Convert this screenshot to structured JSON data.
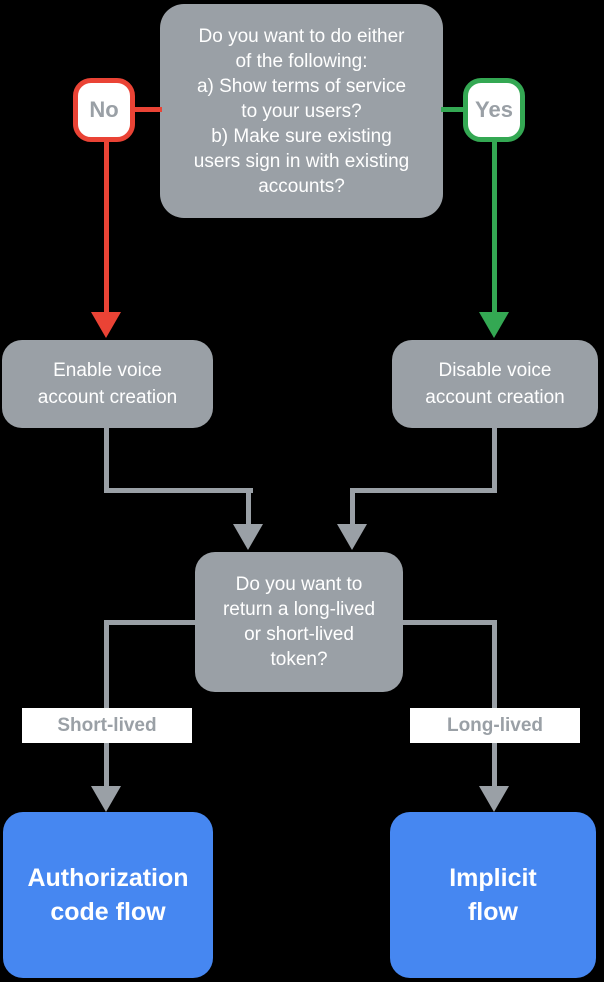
{
  "colors": {
    "background": "#000000",
    "node_gray": "#9AA0A6",
    "connector_gray": "#9AA0A6",
    "no_red": "#EA4335",
    "yes_green": "#34A853",
    "result_blue": "#4687F1",
    "node_text": "#FFFFFF",
    "badge_text": "#9AA0A6",
    "label_background": "#FFFFFF"
  },
  "nodes": {
    "top_question": {
      "text": "Do you want to do either\nof the following:\na) Show terms of service\nto your users?\nb) Make sure existing\nusers sign in with existing\naccounts?"
    },
    "no_badge": {
      "label": "No"
    },
    "yes_badge": {
      "label": "Yes"
    },
    "enable_voice": {
      "text": "Enable voice\naccount creation"
    },
    "disable_voice": {
      "text": "Disable voice\naccount creation"
    },
    "token_question": {
      "text": "Do you want to\nreturn a long-lived\nor short-lived\ntoken?"
    },
    "short_lived_label": {
      "text": "Short-lived"
    },
    "long_lived_label": {
      "text": "Long-lived"
    },
    "authorization_code_flow": {
      "text": "Authorization\ncode flow"
    },
    "implicit_flow": {
      "text": "Implicit\nflow"
    }
  },
  "edges": [
    {
      "from": "top_question",
      "to": "enable_voice",
      "via": "No",
      "color": "#EA4335"
    },
    {
      "from": "top_question",
      "to": "disable_voice",
      "via": "Yes",
      "color": "#34A853"
    },
    {
      "from": "enable_voice",
      "to": "token_question",
      "color": "#9AA0A6"
    },
    {
      "from": "disable_voice",
      "to": "token_question",
      "color": "#9AA0A6"
    },
    {
      "from": "token_question",
      "to": "authorization_code_flow",
      "via": "Short-lived",
      "color": "#9AA0A6"
    },
    {
      "from": "token_question",
      "to": "implicit_flow",
      "via": "Long-lived",
      "color": "#9AA0A6"
    }
  ]
}
